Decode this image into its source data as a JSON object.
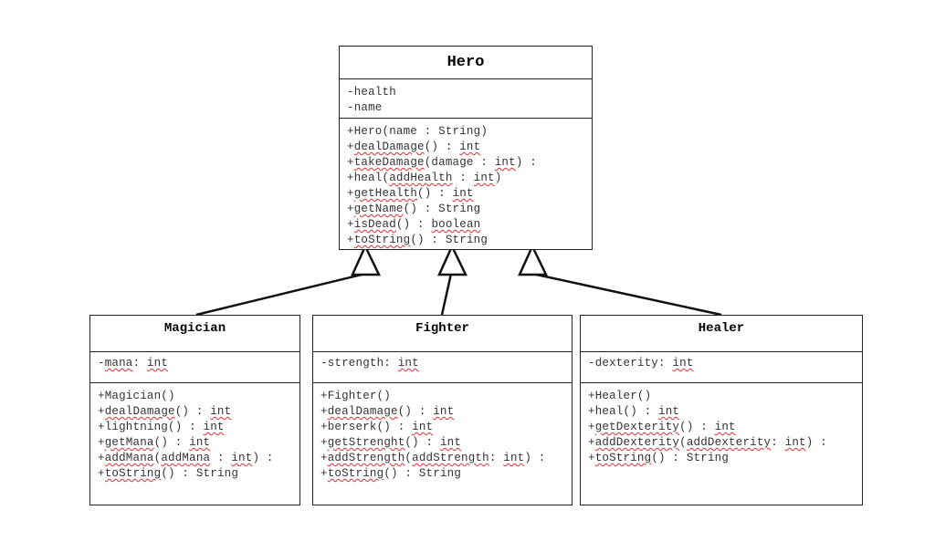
{
  "hero": {
    "title": "Hero",
    "attributes": [
      "-health",
      "-name"
    ],
    "methods": [
      [
        [
          "+Hero(name : String)",
          false
        ]
      ],
      [
        [
          "+",
          false
        ],
        [
          "dealDamage",
          true
        ],
        [
          "() : ",
          false
        ],
        [
          "int",
          true
        ]
      ],
      [
        [
          "+",
          false
        ],
        [
          "takeDamage",
          true
        ],
        [
          "(damage : ",
          false
        ],
        [
          "int",
          true
        ],
        [
          ") :",
          false
        ]
      ],
      [
        [
          "+heal(",
          false
        ],
        [
          "addHealth",
          true
        ],
        [
          " : ",
          false
        ],
        [
          "int",
          true
        ],
        [
          ")",
          false
        ]
      ],
      [
        [
          "+",
          false
        ],
        [
          "getHealth",
          true
        ],
        [
          "() : ",
          false
        ],
        [
          "int",
          true
        ]
      ],
      [
        [
          "+",
          false
        ],
        [
          "getName",
          true
        ],
        [
          "() : String",
          false
        ]
      ],
      [
        [
          "+",
          false
        ],
        [
          "isDead",
          true
        ],
        [
          "() : ",
          false
        ],
        [
          "boolean",
          true
        ]
      ],
      [
        [
          "+",
          false
        ],
        [
          "toString",
          true
        ],
        [
          "() : String",
          false
        ]
      ]
    ]
  },
  "magician": {
    "title": "Magician",
    "attributes": [
      [
        [
          "-",
          false
        ],
        [
          "mana",
          true
        ],
        [
          ": ",
          false
        ],
        [
          "int",
          true
        ]
      ]
    ],
    "methods": [
      [
        [
          "+Magician()",
          false
        ]
      ],
      [
        [
          "+",
          false
        ],
        [
          "dealDamage",
          true
        ],
        [
          "() : ",
          false
        ],
        [
          "int",
          true
        ]
      ],
      [
        [
          "+lightning() : ",
          false
        ],
        [
          "int",
          true
        ]
      ],
      [
        [
          "+",
          false
        ],
        [
          "getMana",
          true
        ],
        [
          "() : ",
          false
        ],
        [
          "int",
          true
        ]
      ],
      [
        [
          "+",
          false
        ],
        [
          "addMana",
          true
        ],
        [
          "(",
          false
        ],
        [
          "addMana",
          true
        ],
        [
          " : ",
          false
        ],
        [
          "int",
          true
        ],
        [
          ") :",
          false
        ]
      ],
      [
        [
          "+",
          false
        ],
        [
          "toString",
          true
        ],
        [
          "() : String",
          false
        ]
      ]
    ]
  },
  "fighter": {
    "title": "Fighter",
    "attributes": [
      [
        [
          "-strength: ",
          false
        ],
        [
          "int",
          true
        ]
      ]
    ],
    "methods": [
      [
        [
          "+Fighter()",
          false
        ]
      ],
      [
        [
          "+",
          false
        ],
        [
          "dealDamage",
          true
        ],
        [
          "() : ",
          false
        ],
        [
          "int",
          true
        ]
      ],
      [
        [
          "+berserk() : ",
          false
        ],
        [
          "int",
          true
        ]
      ],
      [
        [
          "+",
          false
        ],
        [
          "getStrenght",
          true
        ],
        [
          "() : ",
          false
        ],
        [
          "int",
          true
        ]
      ],
      [
        [
          "+",
          false
        ],
        [
          "addStrength",
          true
        ],
        [
          "(",
          false
        ],
        [
          "addStrength",
          true
        ],
        [
          ": ",
          false
        ],
        [
          "int",
          true
        ],
        [
          ") :",
          false
        ]
      ],
      [
        [
          "+",
          false
        ],
        [
          "toString",
          true
        ],
        [
          "() : String",
          false
        ]
      ]
    ]
  },
  "healer": {
    "title": "Healer",
    "attributes": [
      [
        [
          "-dexterity: ",
          false
        ],
        [
          "int",
          true
        ]
      ]
    ],
    "methods": [
      [
        [
          "+Healer()",
          false
        ]
      ],
      [
        [
          "+heal() : ",
          false
        ],
        [
          "int",
          true
        ]
      ],
      [
        [
          "+",
          false
        ],
        [
          "getDexterity",
          true
        ],
        [
          "() : ",
          false
        ],
        [
          "int",
          true
        ]
      ],
      [
        [
          "+",
          false
        ],
        [
          "addDexterity",
          true
        ],
        [
          "(",
          false
        ],
        [
          "addDexterity",
          true
        ],
        [
          ": ",
          false
        ],
        [
          "int",
          true
        ],
        [
          ") :",
          false
        ]
      ],
      [
        [
          "+",
          false
        ],
        [
          "toString",
          true
        ],
        [
          "() : String",
          false
        ]
      ]
    ]
  }
}
